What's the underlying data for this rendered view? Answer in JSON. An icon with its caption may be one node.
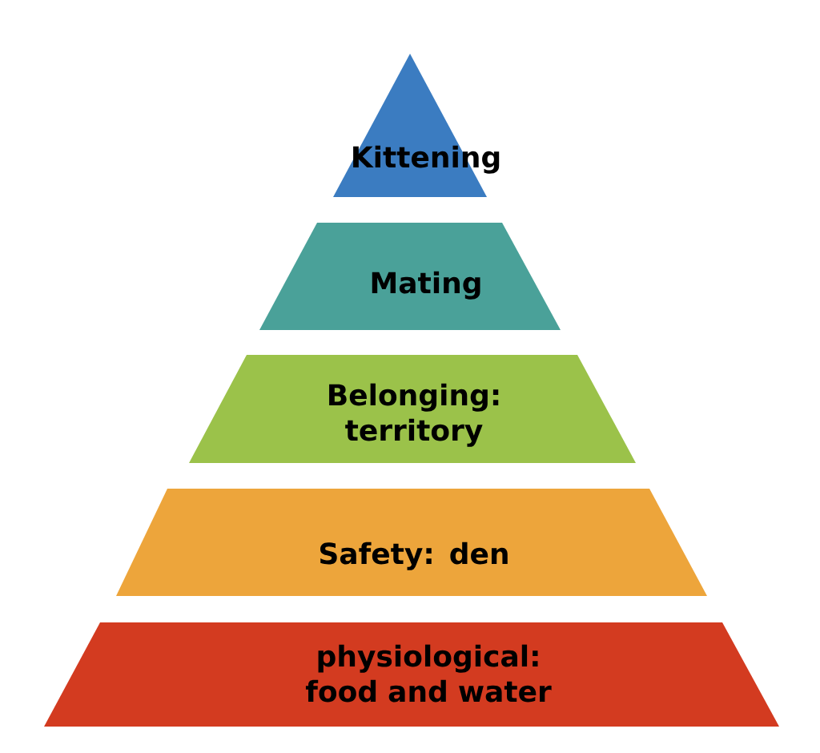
{
  "diagram": {
    "nodes": [
      {
        "text": [
          "Kittening"
        ]
      },
      {
        "text": [
          "Mating"
        ]
      },
      {
        "text": [
          "Belonging: territory"
        ]
      },
      {
        "text": [
          "Safety: den"
        ]
      },
      {
        "text": [
          "physiological: food and water"
        ]
      }
    ]
  }
}
